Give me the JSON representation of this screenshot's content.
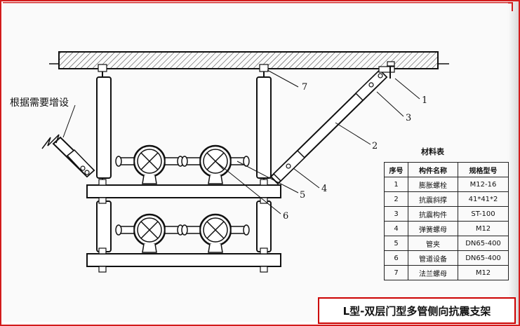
{
  "note": "根据需要增设",
  "callouts": [
    "1",
    "2",
    "3",
    "4",
    "5",
    "6",
    "7"
  ],
  "table": {
    "title": "材料表",
    "headers": [
      "序号",
      "构件名称",
      "规格型号"
    ],
    "rows": [
      [
        "1",
        "膨胀螺栓",
        "M12-16"
      ],
      [
        "2",
        "抗震斜撑",
        "41*41*2"
      ],
      [
        "3",
        "抗震构件",
        "ST-100"
      ],
      [
        "4",
        "弹簧螺母",
        "M12"
      ],
      [
        "5",
        "管夹",
        "DN65-400"
      ],
      [
        "6",
        "管道设备",
        "DN65-400"
      ],
      [
        "7",
        "法兰螺母",
        "M12"
      ]
    ]
  },
  "caption": "L型-双层门型多管侧向抗震支架",
  "colors": {
    "frame": "#d21c1c",
    "line": "#111111"
  }
}
